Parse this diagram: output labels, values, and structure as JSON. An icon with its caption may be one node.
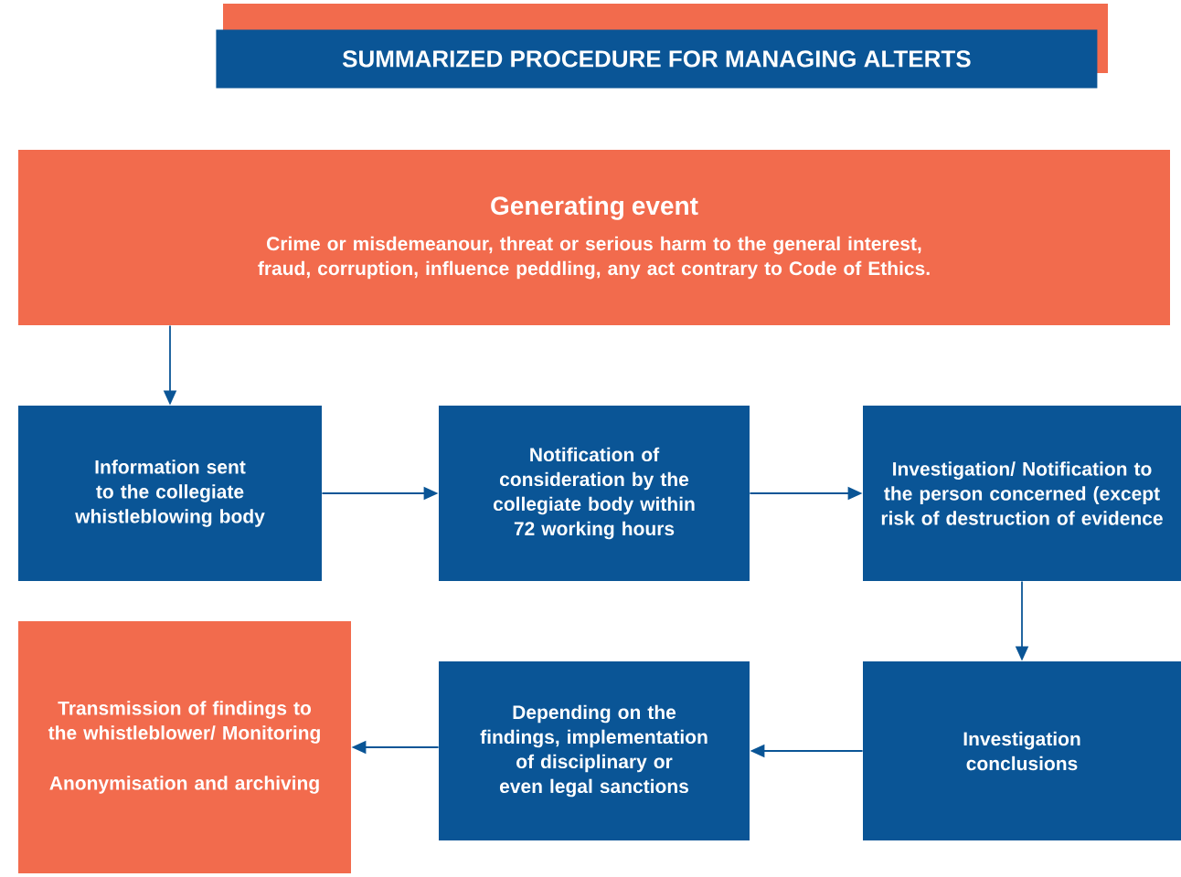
{
  "diagram": {
    "title": "SUMMARIZED PROCEDURE FOR MANAGING ALTERTS",
    "nodes": [
      {
        "text": [
          "Generating event",
          "Crime or misdemeanour, threat or serious harm to the general interest, fraud, corruption, influence peddling, any act contrary to Code of Ethics."
        ]
      },
      {
        "text": [
          "Information sent to the collegiate whistleblowing body"
        ]
      },
      {
        "text": [
          "Notification of consideration by the collegiate body within 72 working hours"
        ]
      },
      {
        "text": [
          "Investigation/ Notification to the person concerned (except risk of destruction of evidence"
        ]
      },
      {
        "text": [
          "Transmission of findings to the whistleblower/ Monitoring",
          "Anonymisation and archiving"
        ]
      },
      {
        "text": [
          "Depending on the findings, implementation of disciplinary or even legal sanctions"
        ]
      },
      {
        "text": [
          "Investigation conclusions"
        ]
      }
    ],
    "edges": [
      {
        "from": 0,
        "to": 1,
        "arrow": "to"
      },
      {
        "from": 1,
        "to": 2,
        "arrow": "to"
      },
      {
        "from": 2,
        "to": 3,
        "arrow": "to"
      },
      {
        "from": 3,
        "to": 6,
        "arrow": "to"
      },
      {
        "from": 6,
        "to": 5,
        "arrow": "to"
      },
      {
        "from": 5,
        "to": 4,
        "arrow": "to"
      }
    ]
  }
}
